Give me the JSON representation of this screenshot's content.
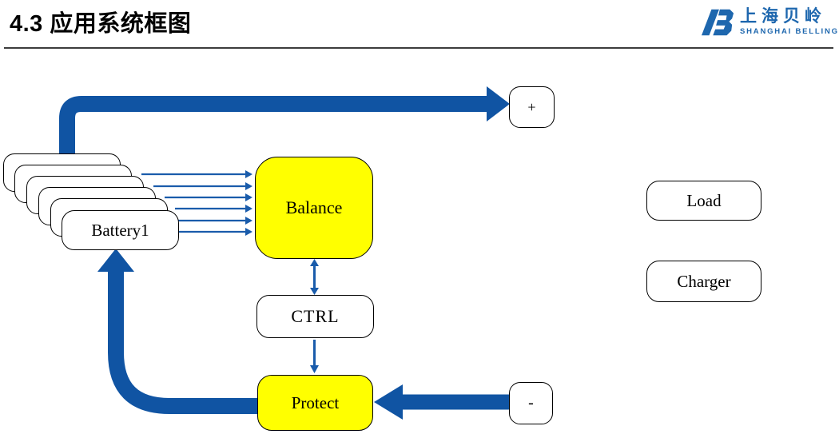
{
  "slide": {
    "title": "4.3 应用系统框图"
  },
  "logo": {
    "name_cn": "上海贝岭",
    "name_en": "SHANGHAI BELLING"
  },
  "diagram": {
    "battery_label": "Battery1",
    "battery_stack_count": 6,
    "balance_label": "Balance",
    "ctrl_label": "CTRL",
    "protect_label": "Protect",
    "plus_label": "+",
    "minus_label": "-",
    "load_label": "Load",
    "charger_label": "Charger"
  },
  "colors": {
    "arrow_blue": "#1054A3",
    "thin_arrow_blue": "#1A5CAB",
    "highlight_yellow": "#FFFF00",
    "logo_blue": "#1E67AE",
    "box_border": "#000000"
  }
}
